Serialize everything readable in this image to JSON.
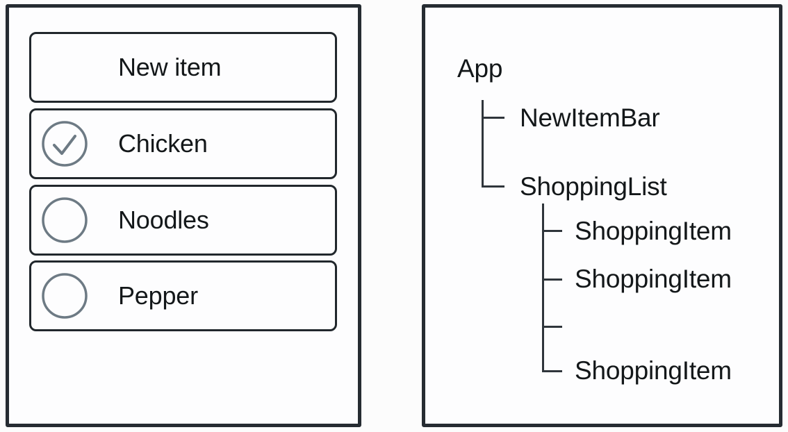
{
  "mockup": {
    "new_item_label": "New item",
    "items": [
      {
        "label": "Chicken",
        "checked": true
      },
      {
        "label": "Noodles",
        "checked": false
      },
      {
        "label": "Pepper",
        "checked": false
      }
    ]
  },
  "tree": {
    "root_label": "App",
    "children": [
      {
        "label": "NewItemBar"
      },
      {
        "label": "ShoppingList"
      }
    ],
    "grandchildren": [
      {
        "label": "ShoppingItem"
      },
      {
        "label": "ShoppingItem"
      },
      {
        "label": ""
      },
      {
        "label": "ShoppingItem"
      }
    ]
  },
  "colors": {
    "background": "#fcfcfc",
    "panel_background": "#fdfdfe",
    "panel_border": "#262c32",
    "box_border": "#21272c",
    "tree_line": "#2f353b",
    "text": "#131719",
    "checkbox_stroke": "#6d7a84"
  }
}
